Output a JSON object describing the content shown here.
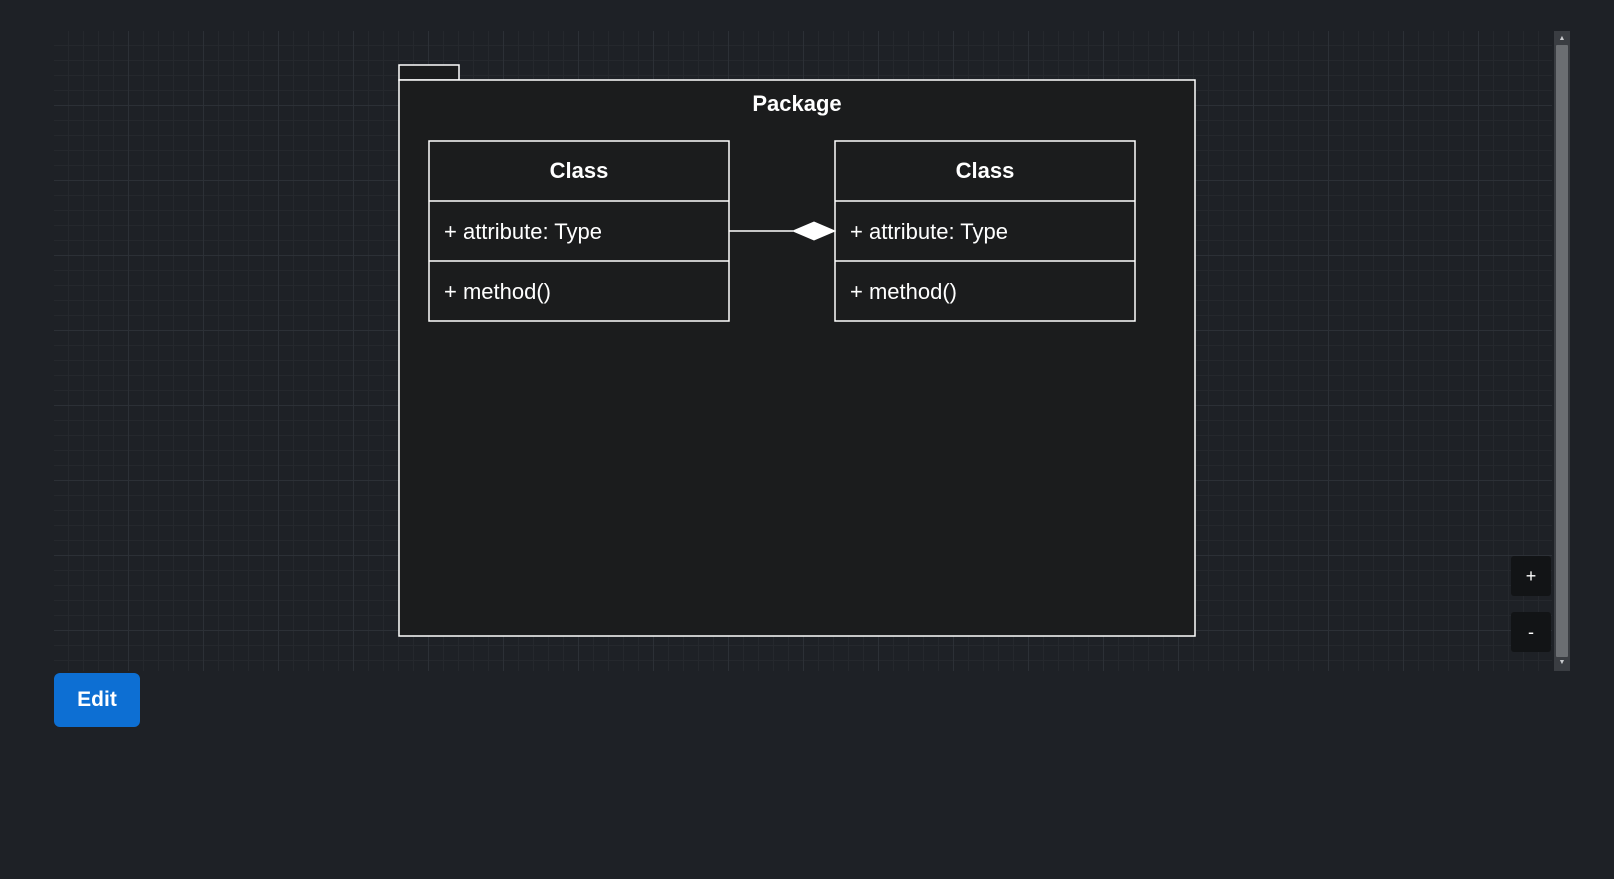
{
  "diagram": {
    "package": {
      "title": "Package"
    },
    "classes": [
      {
        "name": "Class",
        "attribute": "+ attribute: Type",
        "method": "+ method()"
      },
      {
        "name": "Class",
        "attribute": "+ attribute: Type",
        "method": "+ method()"
      }
    ],
    "relationship": {
      "type": "composition"
    }
  },
  "zoom": {
    "in_label": "+",
    "out_label": "-"
  },
  "scrollbar": {
    "up_glyph": "▲",
    "down_glyph": "▼"
  },
  "actions": {
    "edit_label": "Edit"
  },
  "colors": {
    "page_background": "#1e2126",
    "diagram_fill": "#1b1c1d",
    "stroke": "#ffffff",
    "edit_button": "#0d6fd3"
  }
}
